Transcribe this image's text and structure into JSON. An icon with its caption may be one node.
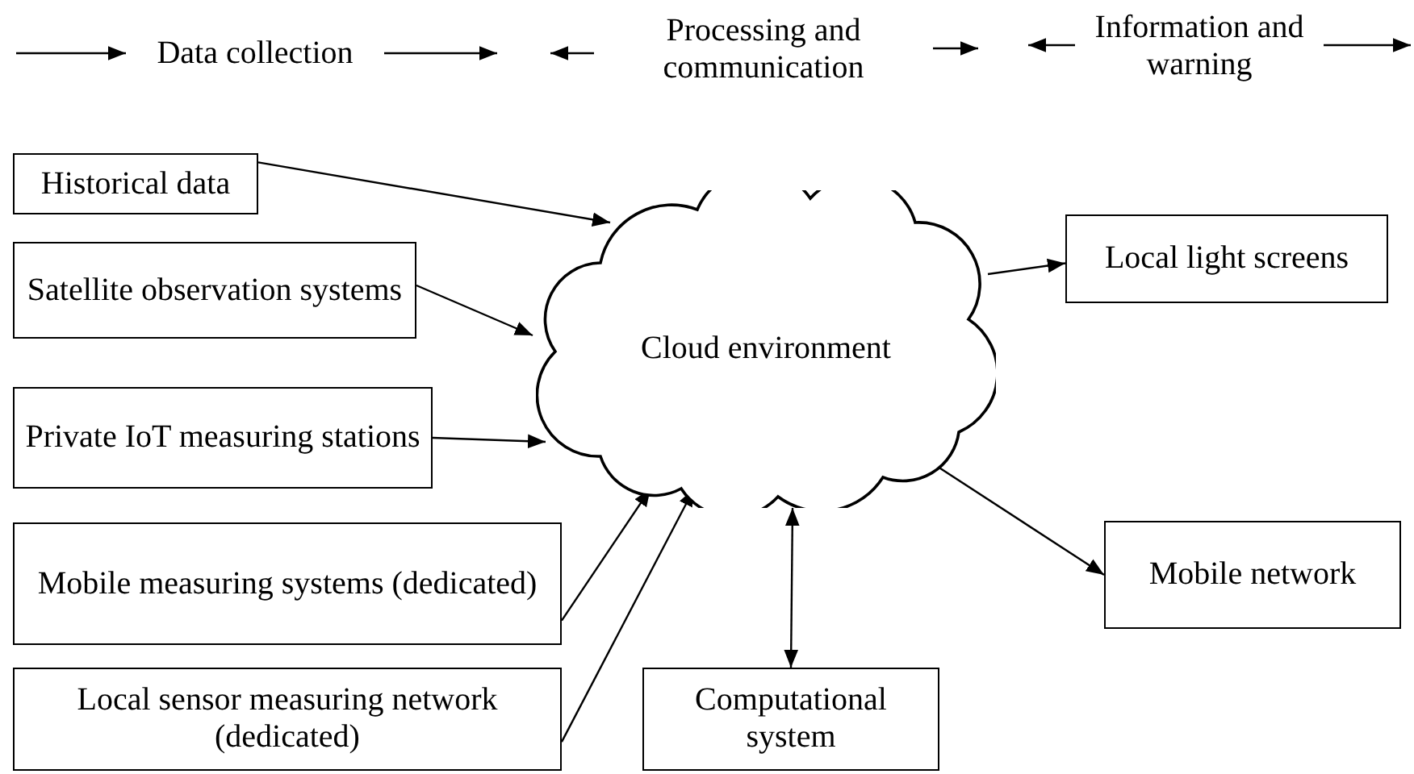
{
  "diagram": {
    "nodes": [
      {
        "text": [
          "Historical data"
        ]
      },
      {
        "text": [
          "Satellite observation systems"
        ]
      },
      {
        "text": [
          "Private IoT measuring stations"
        ]
      },
      {
        "text": [
          "Cloud environment"
        ]
      },
      {
        "text": [
          "Local light screens"
        ]
      },
      {
        "text": [
          "Mobile network"
        ]
      },
      {
        "text": [
          "Mobile measuring systems (dedicated)"
        ]
      },
      {
        "text": [
          "Local sensor measuring network (dedicated)"
        ]
      },
      {
        "text": [
          "Computational system"
        ]
      }
    ],
    "edges": [
      {
        "from": 0,
        "to": 3,
        "arrow": "to"
      },
      {
        "from": 1,
        "to": 3,
        "arrow": "to"
      },
      {
        "from": 2,
        "to": 3,
        "arrow": "to"
      },
      {
        "from": 6,
        "to": 3,
        "arrow": "to"
      },
      {
        "from": 7,
        "to": 3,
        "arrow": "to"
      },
      {
        "from": 3,
        "to": 4,
        "arrow": "to"
      },
      {
        "from": 3,
        "to": 5,
        "arrow": "to"
      },
      {
        "from": 8,
        "to": 3,
        "arrow": "both"
      }
    ],
    "labels": [
      "Data collection",
      "Processing and communication",
      "Information and warning"
    ]
  }
}
